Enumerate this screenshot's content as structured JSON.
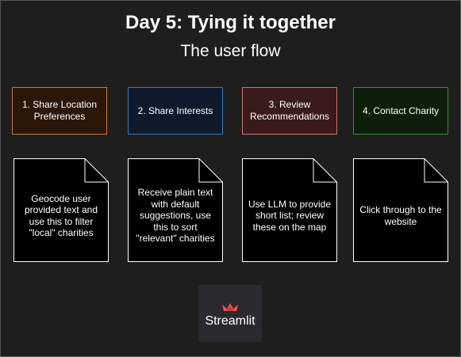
{
  "header": {
    "title": "Day 5: Tying it together",
    "subtitle": "The user flow"
  },
  "steps": [
    {
      "label": "1. Share Location Preferences",
      "border": "#d0782f",
      "fill": "#2b1707"
    },
    {
      "label": "2. Share Interests",
      "border": "#3a78b6",
      "fill": "#0e1a2c"
    },
    {
      "label": "3. Review Recommendations",
      "border": "#d2766e",
      "fill": "#3a1a1a"
    },
    {
      "label": "4. Contact Charity",
      "border": "#3f8a2a",
      "fill": "#0d1f0b"
    }
  ],
  "notes": [
    {
      "text": "Geocode user provided text and use this to filter \"local\" charities"
    },
    {
      "text": "Receive plain text with default suggestions, use this to sort \"relevant\" charities"
    },
    {
      "text": "Use LLM to provide short list; review these on the map"
    },
    {
      "text": "Click through to the website"
    }
  ],
  "logo": {
    "label": "Streamlit",
    "icon": "streamlit-crown-icon",
    "accent": "#ff4b4b"
  }
}
